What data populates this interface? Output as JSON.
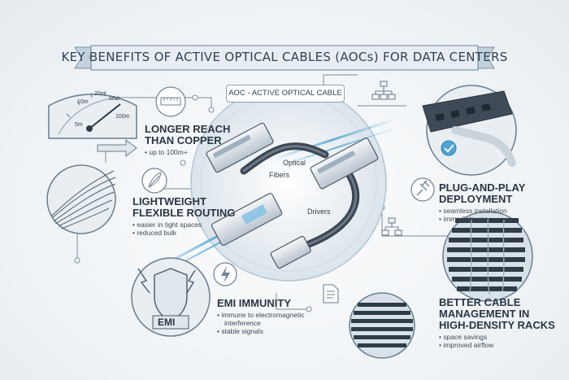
{
  "banner": {
    "title": "KEY BENEFITS OF ACTIVE OPTICAL CABLES (AOCs) FOR DATA CENTERS"
  },
  "center": {
    "label": "AOC - ACTIVE OPTICAL CABLE",
    "optical_label": "Optical",
    "fibers_label": "Fibers",
    "drivers_label": "Drivers"
  },
  "gauge": {
    "ticks": [
      "5m",
      "20m",
      "50m",
      "10m",
      "100m"
    ]
  },
  "benefits": {
    "longer_reach": {
      "title_line1": "LONGER REACH",
      "title_line2": "THAN COPPER",
      "bullet1": "• up to 100m+"
    },
    "lightweight": {
      "title_line1": "LIGHTWEIGHT",
      "title_line2": "FLEXIBLE ROUTING",
      "bullet1": "• easier in tight spaces",
      "bullet2": "• reduced bulk"
    },
    "emi": {
      "title": "EMI IMMUNITY",
      "bullet1": "• immune to electromagnetic",
      "bullet1_cont": "interference",
      "bullet2": "• stable signals",
      "badge": "EMI"
    },
    "plug_play": {
      "title_line1": "PLUG-AND-PLAY",
      "title_line2": "DEPLOYMENT",
      "bullet1": "• seamless installation",
      "bullet2": "• immediate use"
    },
    "cable_mgmt": {
      "title_line1": "BETTER CABLE",
      "title_line2": "MANAGEMENT IN",
      "title_line3": "HIGH-DENSITY RACKS",
      "bullet1": "• space savings",
      "bullet2": "• improved airflow"
    }
  },
  "colors": {
    "ink": "#2c3a47",
    "accent": "#5aa9d6",
    "line": "#6f8294",
    "panel": "#dfe6ec"
  }
}
